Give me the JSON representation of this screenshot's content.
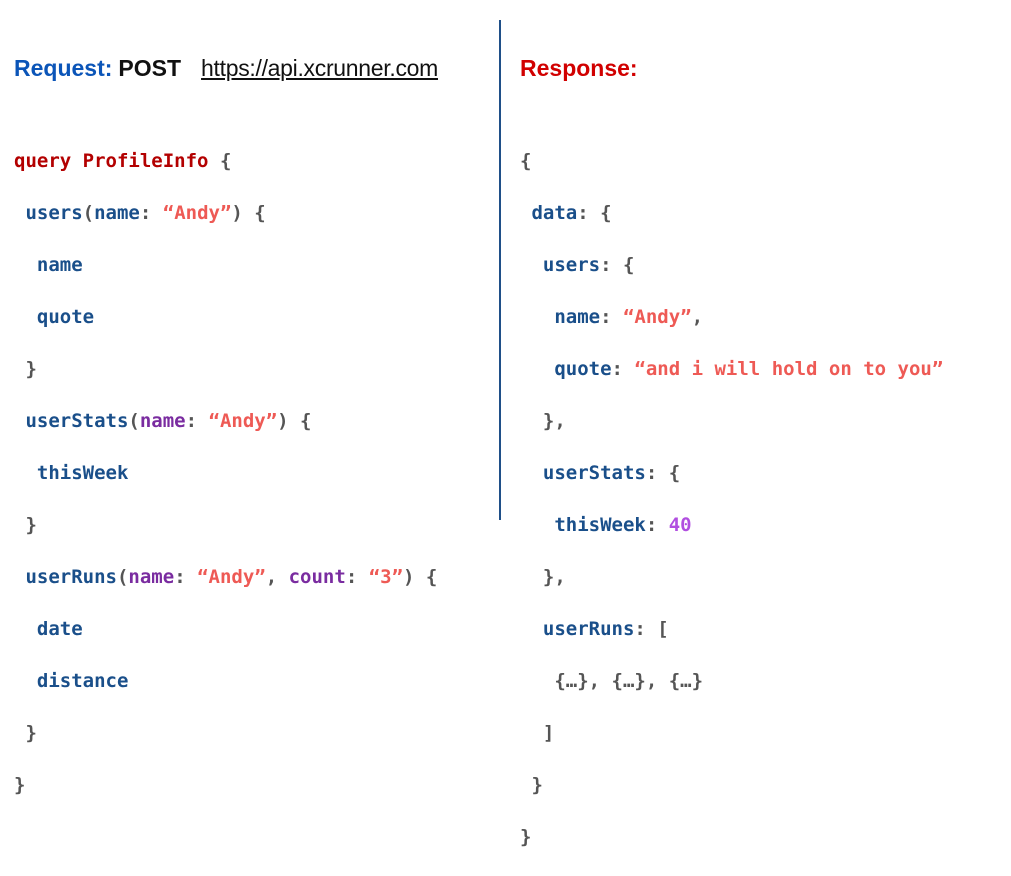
{
  "request": {
    "label": "Request:",
    "method": "POST",
    "url": "https://api.xcrunner.com"
  },
  "response": {
    "label": "Response:"
  },
  "query": {
    "keyword": "query",
    "operation_name": "ProfileInfo",
    "users_field": "users",
    "users_arg": "name",
    "users_arg_value": "“Andy”",
    "users_sel_1": "name",
    "users_sel_2": "quote",
    "stats_field": "userStats",
    "stats_arg": "name",
    "stats_arg_value": "“Andy”",
    "stats_sel_1": "thisWeek",
    "runs_field": "userRuns",
    "runs_arg_1": "name",
    "runs_arg_1_value": "“Andy”",
    "runs_arg_2": "count",
    "runs_arg_2_value": "“3”",
    "runs_sel_1": "date",
    "runs_sel_2": "distance"
  },
  "result": {
    "data_key": "data",
    "users_key": "users",
    "name_key": "name",
    "name_value": "“Andy”",
    "quote_key": "quote",
    "quote_value": "“and i will hold on to you”",
    "stats_key": "userStats",
    "thisweek_key": "thisWeek",
    "thisweek_value": "40",
    "runs_key": "userRuns",
    "runs_items": "{…}, {…}, {…}"
  }
}
